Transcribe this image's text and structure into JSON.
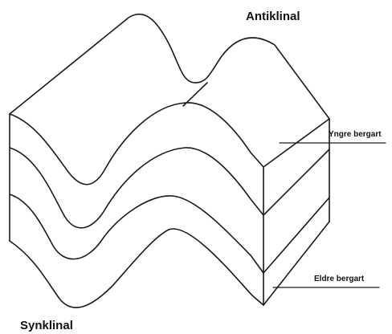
{
  "labels": {
    "anticline": "Antiklinal",
    "syncline": "Synklinal",
    "younger_rock": "Yngre bergart",
    "older_rock": "Eldre bergart"
  },
  "colors": {
    "line": "#1a1a1a",
    "background": "#ffffff"
  }
}
